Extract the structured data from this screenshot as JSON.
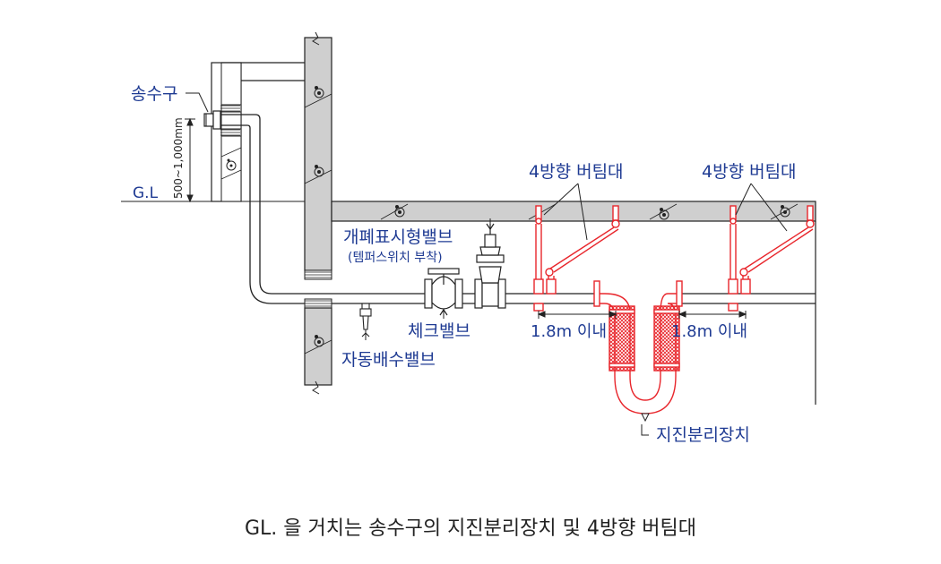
{
  "labels": {
    "fire_inlet": "송수구",
    "ground_level": "G.L",
    "height_range": "500~1,000mm",
    "indicating_valve": "개폐표시형밸브",
    "tamper_switch": "(템퍼스위치 부착)",
    "check_valve": "체크밸브",
    "auto_drain_valve": "자동배수밸브",
    "brace_left": "4방향 버팀대",
    "brace_right": "4방향 버팀대",
    "distance_left": "1.8m 이내",
    "distance_right": "1.8m 이내",
    "seismic_separation": "지진분리장치"
  },
  "caption": "GL. 을 거치는 송수구의 지진분리장치 및 4방향 버팀대",
  "colors": {
    "label_blue": "#1f3b93",
    "seismic_red": "#e8262c",
    "concrete_fill": "#cfcfcf",
    "line": "#222222"
  }
}
